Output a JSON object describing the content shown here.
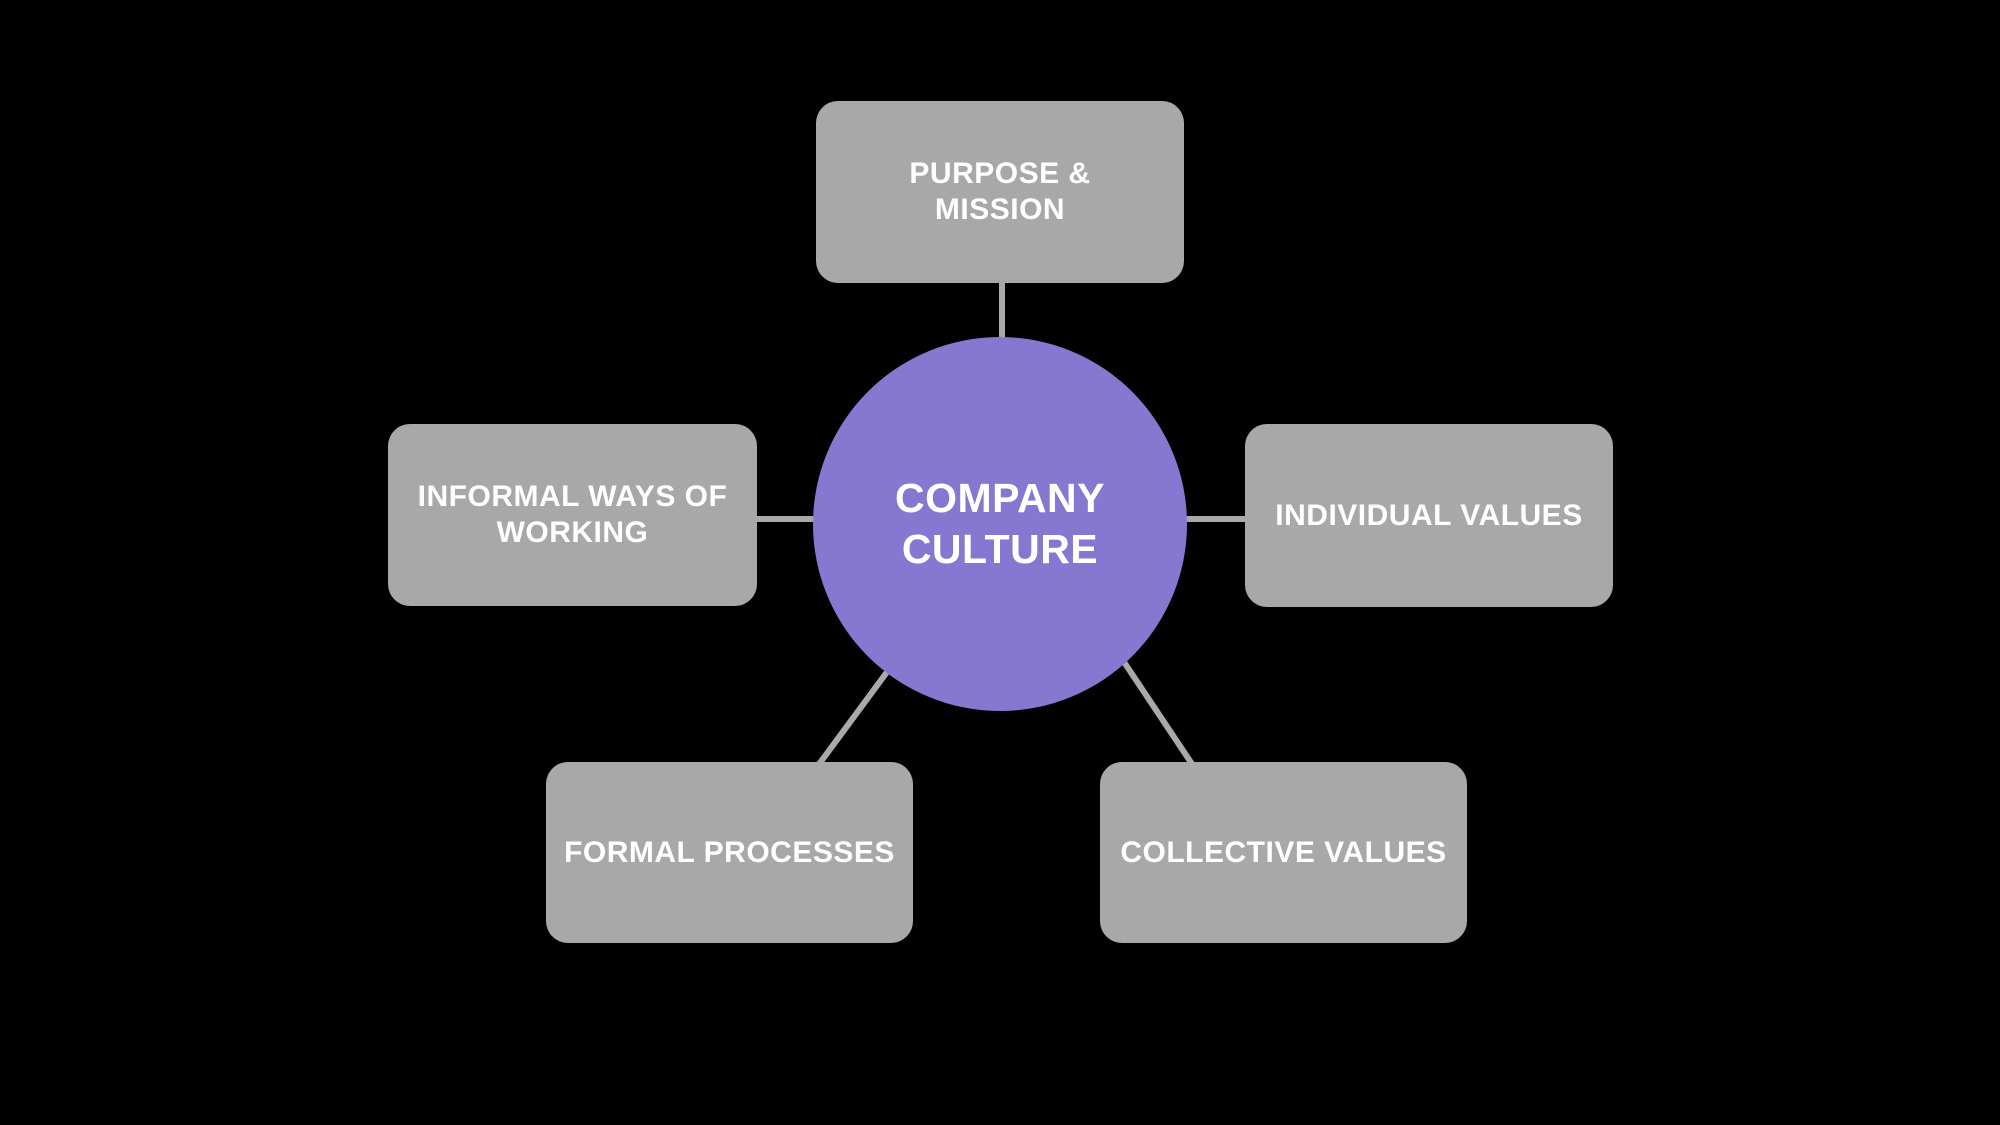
{
  "colors": {
    "background": "#000000",
    "node_fill": "#A8A8A8",
    "center_fill": "#8678D0",
    "connector": "#A9A9A9",
    "label_text": "#FFFFFF"
  },
  "diagram": {
    "type": "hub-and-spoke",
    "center": {
      "label": "COMPANY CULTURE"
    },
    "nodes": [
      {
        "id": "purpose-mission",
        "label": "PURPOSE & MISSION",
        "position": "top"
      },
      {
        "id": "informal-ways-of-working",
        "label": "INFORMAL WAYS OF WORKING",
        "position": "left"
      },
      {
        "id": "individual-values",
        "label": "INDIVIDUAL VALUES",
        "position": "right"
      },
      {
        "id": "formal-processes",
        "label": "FORMAL PROCESSES",
        "position": "bottom-left"
      },
      {
        "id": "collective-values",
        "label": "COLLECTIVE VALUES",
        "position": "bottom-right"
      }
    ]
  }
}
